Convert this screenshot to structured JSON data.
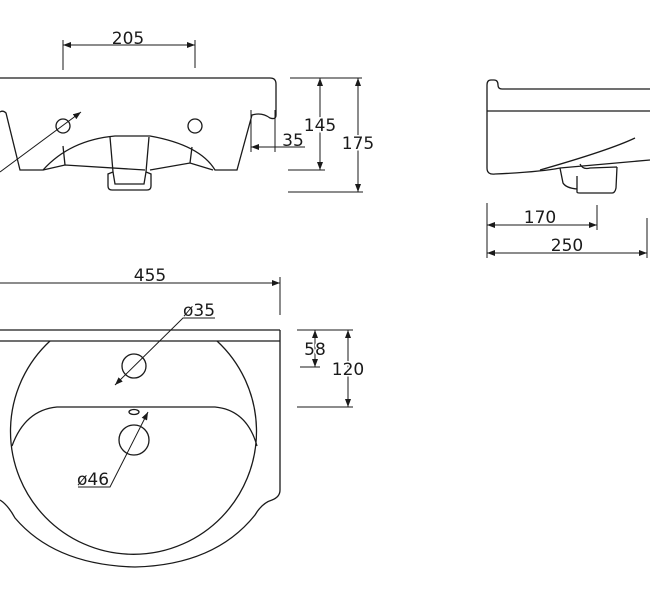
{
  "front_view": {
    "dims": {
      "hole_spacing": "205",
      "overflow_offset": "35",
      "height_inner": "145",
      "height_total": "175"
    }
  },
  "side_view": {
    "dims": {
      "depth_partial": "170",
      "depth_total": "250"
    }
  },
  "top_view": {
    "dims": {
      "width": "455",
      "tap_hole": "ø35",
      "waste_hole": "ø46",
      "tap_offset": "58",
      "basin_offset": "120"
    }
  },
  "colors": {
    "line": "#1a1a1a",
    "background": "#ffffff"
  }
}
